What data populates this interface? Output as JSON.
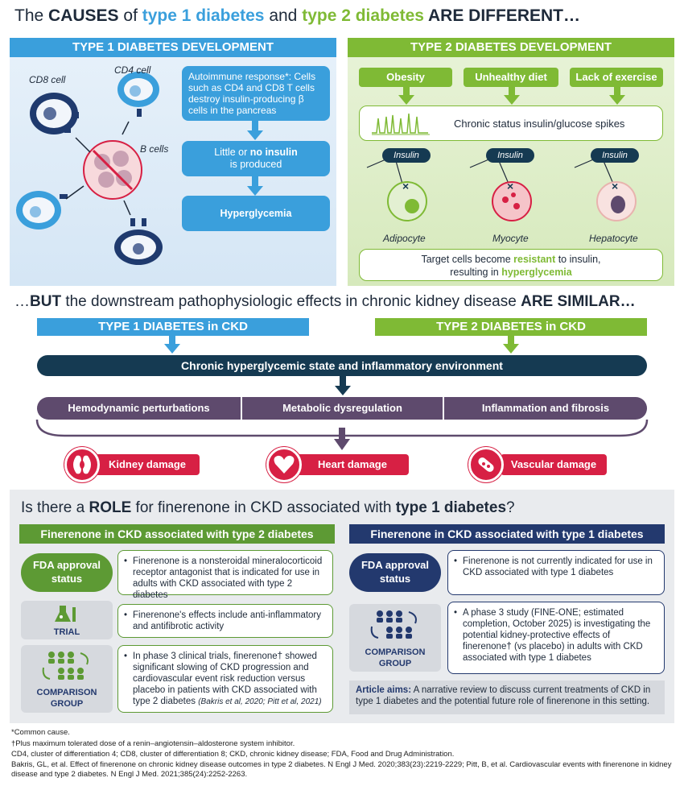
{
  "title": {
    "pre": "The ",
    "causes": "CAUSES",
    "of": " of ",
    "type1": "type 1 diabetes",
    "and": " and ",
    "type2": "type 2 diabetes",
    "are": " ARE DIFFERENT…"
  },
  "type1": {
    "header": "TYPE 1 DIABETES DEVELOPMENT",
    "cd8": "CD8 cell",
    "cd4": "CD4 cell",
    "bcells": "B cells",
    "box1": "Autoimmune response*: Cells such as CD4 and CD8 T cells destroy insulin-producing β cells in the pancreas",
    "box2_a": "Little or ",
    "box2_b": "no insulin",
    "box2_c": "is produced",
    "box3": "Hyperglycemia"
  },
  "type2": {
    "header": "TYPE 2 DIABETES DEVELOPMENT",
    "causes": [
      "Obesity",
      "Unhealthy diet",
      "Lack of exercise"
    ],
    "spikes": "Chronic status insulin/glucose spikes",
    "insulin": "Insulin",
    "cells": [
      "Adipocyte",
      "Myocyte",
      "Hepatocyte"
    ],
    "result_a": "Target cells become ",
    "result_b": "resistant",
    "result_c": " to insulin,",
    "result_d": "resulting in ",
    "result_e": "hyperglycemia"
  },
  "similar": {
    "pre": "…",
    "but": "BUT",
    "mid": " the downstream pathophysiologic effects in chronic kidney disease ",
    "are": "ARE SIMILAR…"
  },
  "ckd": {
    "t1": "TYPE 1 DIABETES in CKD",
    "t2": "TYPE 2 DIABETES in CKD",
    "chronic": "Chronic hyperglycemic state and inflammatory environment",
    "mech": [
      "Hemodynamic perturbations",
      "Metabolic dysregulation",
      "Inflammation and fibrosis"
    ],
    "damage": [
      "Kidney damage",
      "Heart damage",
      "Vascular damage"
    ]
  },
  "question": {
    "pre": "Is there a ",
    "role": "ROLE",
    "mid": " for finerenone in CKD associated with ",
    "t1": "type 1 diabetes",
    "q": "?"
  },
  "left": {
    "header": "Finerenone in CKD associated with type 2 diabetes",
    "fda": "FDA approval status",
    "trial": "TRIAL",
    "comparison": "COMPARISON GROUP",
    "bullets": [
      "Finerenone is a nonsteroidal mineralocorticoid receptor antagonist that is indicated for use in adults with CKD associated with type 2 diabetes",
      "Finerenone's effects include anti-inflammatory and antifibrotic activity",
      "In phase 3 clinical trials, finerenone† showed significant slowing of CKD progression and cardiovascular event risk reduction versus placebo in patients with CKD associated with type 2 diabetes"
    ],
    "cite": "(Bakris et al, 2020; Pitt et al, 2021)"
  },
  "right": {
    "header": "Finerenone in CKD associated with type 1 diabetes",
    "fda": "FDA approval status",
    "comparison": "COMPARISON GROUP",
    "bullets": [
      "Finerenone is not currently indicated for use in CKD associated with type 1 diabetes",
      "A phase 3 study (FINE-ONE; estimated completion, October 2025) is investigating the potential kidney-protective effects of finerenone† (vs placebo) in adults with CKD associated with type 1 diabetes"
    ],
    "aims_label": "Article aims:",
    "aims": " A narrative review to discuss current treatments of CKD in type 1 diabetes and the potential future role of finerenone in this setting."
  },
  "footnotes": [
    "*Common cause.",
    "†Plus maximum tolerated dose of a renin–angiotensin–aldosterone system inhibitor.",
    "CD4, cluster of differentiation 4; CD8, cluster of differentiation 8; CKD, chronic kidney disease; FDA, Food and Drug Administration.",
    "Bakris, GL, et al. Effect of finerenone on chronic kidney disease outcomes in type 2 diabetes. N Engl J Med. 2020;383(23):2219-2229; Pitt, B, et al. Cardiovascular events with finerenone in kidney disease and type 2 diabetes. N Engl J Med. 2021;385(24):2252-2263."
  ],
  "colors": {
    "type1": "#3a9fdc",
    "type2": "#7fba35",
    "navy": "#153a52",
    "purple": "#5e4a6d",
    "red": "#d72044"
  }
}
